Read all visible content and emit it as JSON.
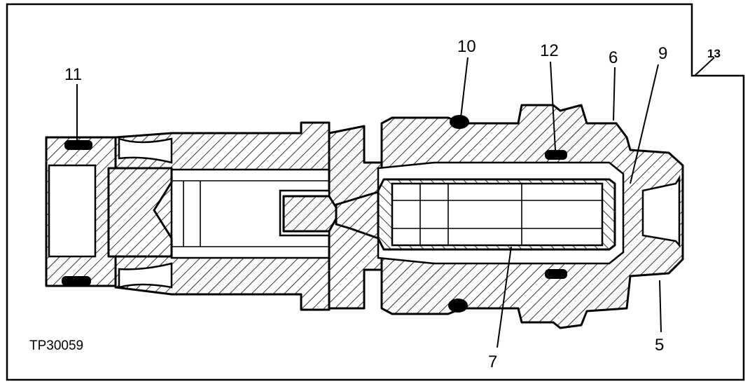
{
  "figure": {
    "id_label": "TP30059",
    "colors": {
      "ink": "#000000",
      "paper": "#ffffff"
    }
  },
  "callouts": {
    "c5": "5",
    "c6": "6",
    "c7": "7",
    "c9": "9",
    "c10": "10",
    "c11": "11",
    "c12": "12",
    "c13": "13"
  }
}
